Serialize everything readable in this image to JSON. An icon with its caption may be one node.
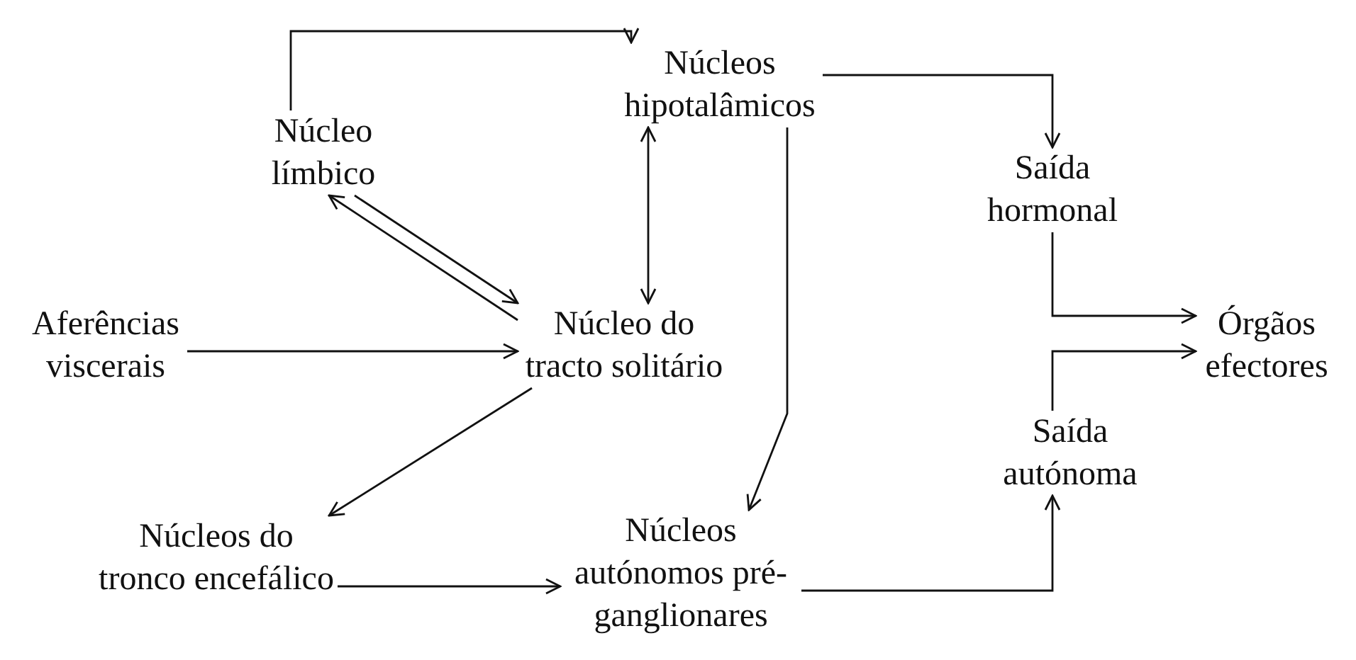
{
  "diagram": {
    "nodes": [
      {
        "text": [
          "Núcleo límbico"
        ]
      },
      {
        "text": [
          "Núcleos hipotalâmicos"
        ]
      },
      {
        "text": [
          "Saída hormonal"
        ]
      },
      {
        "text": [
          "Aferências viscerais"
        ]
      },
      {
        "text": [
          "Núcleo do tracto solitário"
        ]
      },
      {
        "text": [
          "Órgãos efectores"
        ]
      },
      {
        "text": [
          "Saída autónoma"
        ]
      },
      {
        "text": [
          "Núcleos do tronco encefálico"
        ]
      },
      {
        "text": [
          "Núcleos autónomos pré-ganglionares"
        ]
      }
    ],
    "edges": [
      {
        "from": 0,
        "to": 1,
        "arrow": "to"
      },
      {
        "from": 1,
        "to": 2,
        "arrow": "to"
      },
      {
        "from": 0,
        "to": 4,
        "arrow": "to"
      },
      {
        "from": 4,
        "to": 0,
        "arrow": "to"
      },
      {
        "from": 1,
        "to": 4,
        "arrow": "both"
      },
      {
        "from": 3,
        "to": 4,
        "arrow": "to"
      },
      {
        "from": 1,
        "to": 8,
        "arrow": "to"
      },
      {
        "from": 4,
        "to": 7,
        "arrow": "to"
      },
      {
        "from": 7,
        "to": 8,
        "arrow": "to"
      },
      {
        "from": 8,
        "to": 6,
        "arrow": "to"
      },
      {
        "from": 2,
        "to": 5,
        "arrow": "to"
      },
      {
        "from": 6,
        "to": 5,
        "arrow": "to"
      }
    ]
  }
}
